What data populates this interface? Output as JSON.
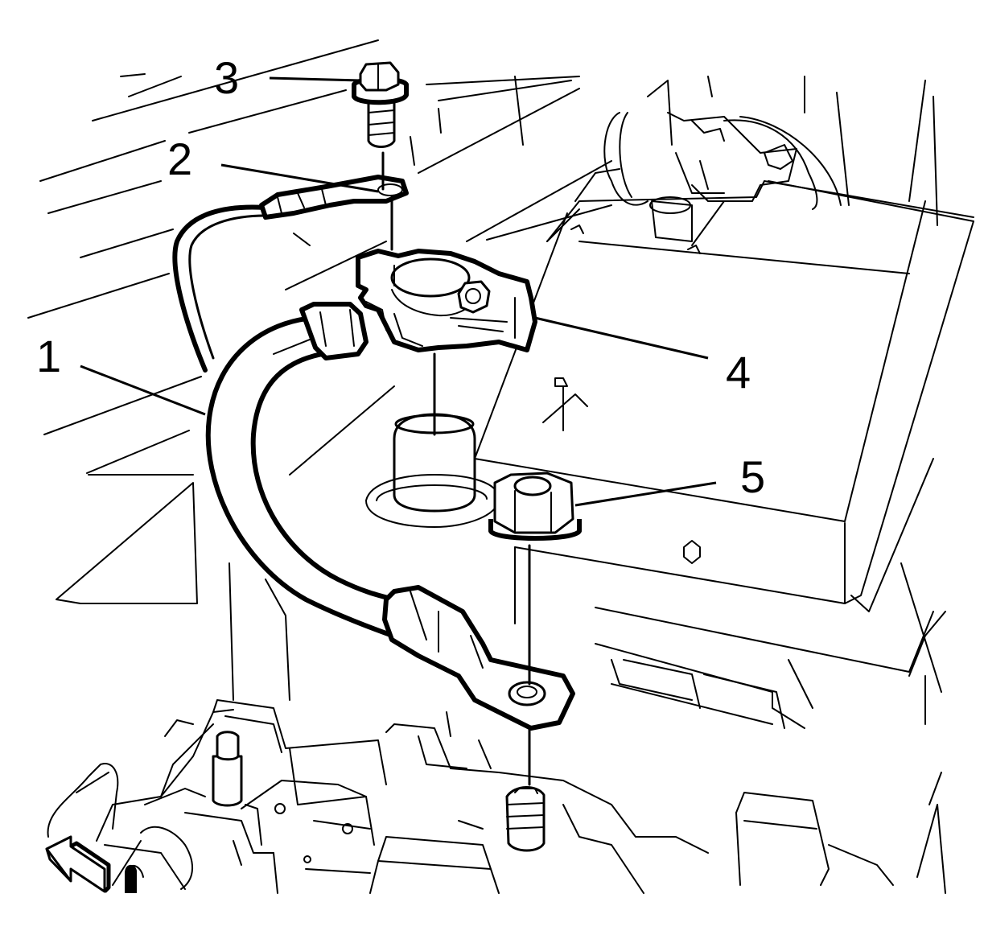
{
  "callouts": [
    {
      "id": "1",
      "label": "1"
    },
    {
      "id": "2",
      "label": "2"
    },
    {
      "id": "3",
      "label": "3"
    },
    {
      "id": "4",
      "label": "4"
    },
    {
      "id": "5",
      "label": "5"
    }
  ],
  "icons": {
    "front_arrow": "front-direction-arrow-icon"
  },
  "colors": {
    "line": "#000000",
    "background": "#ffffff"
  }
}
